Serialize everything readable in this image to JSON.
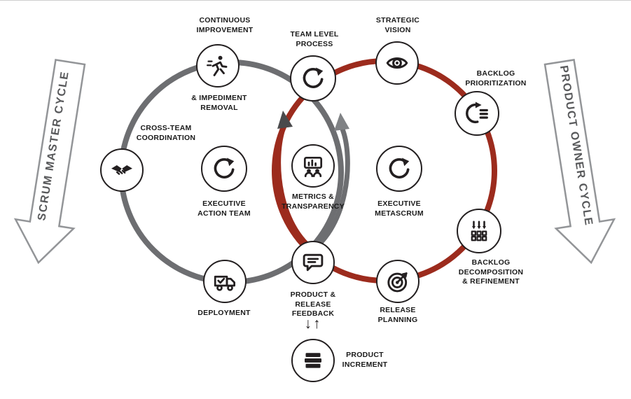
{
  "cycles": {
    "left": {
      "label": "SCRUM MASTER CYCLE",
      "color": "#6d6e71"
    },
    "right": {
      "label": "PRODUCT OWNER CYCLE",
      "color": "#9c2b1d"
    }
  },
  "nodes": {
    "continuous_improvement": {
      "label_top": "CONTINUOUS\nIMPROVEMENT",
      "label_bottom": "& IMPEDIMENT\nREMOVAL",
      "icon": "runner-icon"
    },
    "team_level_process": {
      "label": "TEAM LEVEL\nPROCESS",
      "icon": "scrum-loop-icon"
    },
    "strategic_vision": {
      "label": "STRATEGIC\nVISION",
      "icon": "eye-icon"
    },
    "backlog_prioritization": {
      "label": "BACKLOG\nPRIORITIZATION",
      "icon": "prioritized-list-icon"
    },
    "cross_team_coordination": {
      "label": "CROSS-TEAM\nCOORDINATION",
      "icon": "handshake-icon"
    },
    "executive_action_team": {
      "label": "EXECUTIVE\nACTION TEAM",
      "icon": "scrum-loop-icon"
    },
    "metrics_transparency": {
      "label": "METRICS &\nTRANSPARENCY",
      "icon": "metrics-board-icon"
    },
    "executive_metascrum": {
      "label": "EXECUTIVE\nMETASCRUM",
      "icon": "scrum-loop-icon"
    },
    "backlog_decomposition": {
      "label": "BACKLOG\nDECOMPOSITION\n& REFINEMENT",
      "icon": "decomposition-icon"
    },
    "deployment": {
      "label": "DEPLOYMENT",
      "icon": "delivery-truck-icon"
    },
    "product_release_feedback": {
      "label": "PRODUCT &\nRELEASE\nFEEDBACK",
      "icon": "speech-bubble-icon"
    },
    "release_planning": {
      "label": "RELEASE\nPLANNING",
      "icon": "dart-target-icon"
    },
    "product_increment": {
      "label": "PRODUCT\nINCREMENT",
      "icon": "layers-icon"
    }
  },
  "connector": {
    "down_arrow": "↓",
    "up_arrow": "↑"
  }
}
